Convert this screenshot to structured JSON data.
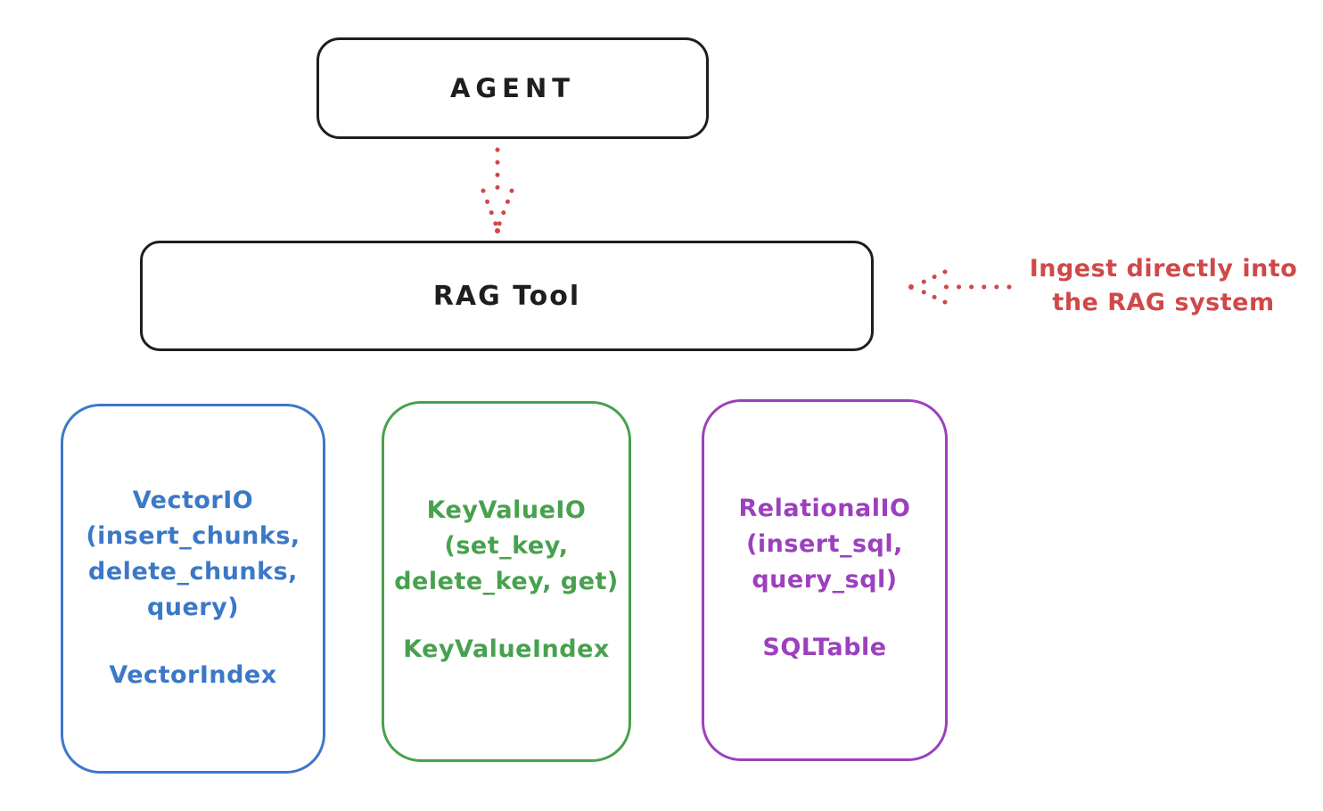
{
  "palette": {
    "ink": "#1e1e1e",
    "red": "#d04848",
    "blue": "#3b78c8",
    "green": "#47a14e",
    "purple": "#9c40be",
    "background": "#ffffff"
  },
  "agent": {
    "label": "AGENT"
  },
  "rag_tool": {
    "label": "RAG Tool"
  },
  "annotation": {
    "line1": "Ingest directly into",
    "line2": "the RAG system",
    "color": "#d04848"
  },
  "arrows": [
    {
      "name": "agent-to-rag-tool",
      "style": "dotted",
      "color": "#d04848",
      "direction": "down"
    },
    {
      "name": "ingest-into-rag",
      "style": "dotted",
      "color": "#d04848",
      "direction": "left"
    }
  ],
  "stores": [
    {
      "name": "VectorIO",
      "color": "#3b78c8",
      "lines": [
        "VectorIO",
        "(insert_chunks,",
        "delete_chunks,",
        "query)"
      ],
      "index_label": "VectorIndex"
    },
    {
      "name": "KeyValueIO",
      "color": "#47a14e",
      "lines": [
        "KeyValueIO",
        "(set_key,",
        "delete_key, get)"
      ],
      "index_label": "KeyValueIndex"
    },
    {
      "name": "RelationalIO",
      "color": "#9c40be",
      "lines": [
        "RelationalIO",
        "(insert_sql,",
        "query_sql)"
      ],
      "index_label": "SQLTable"
    }
  ]
}
